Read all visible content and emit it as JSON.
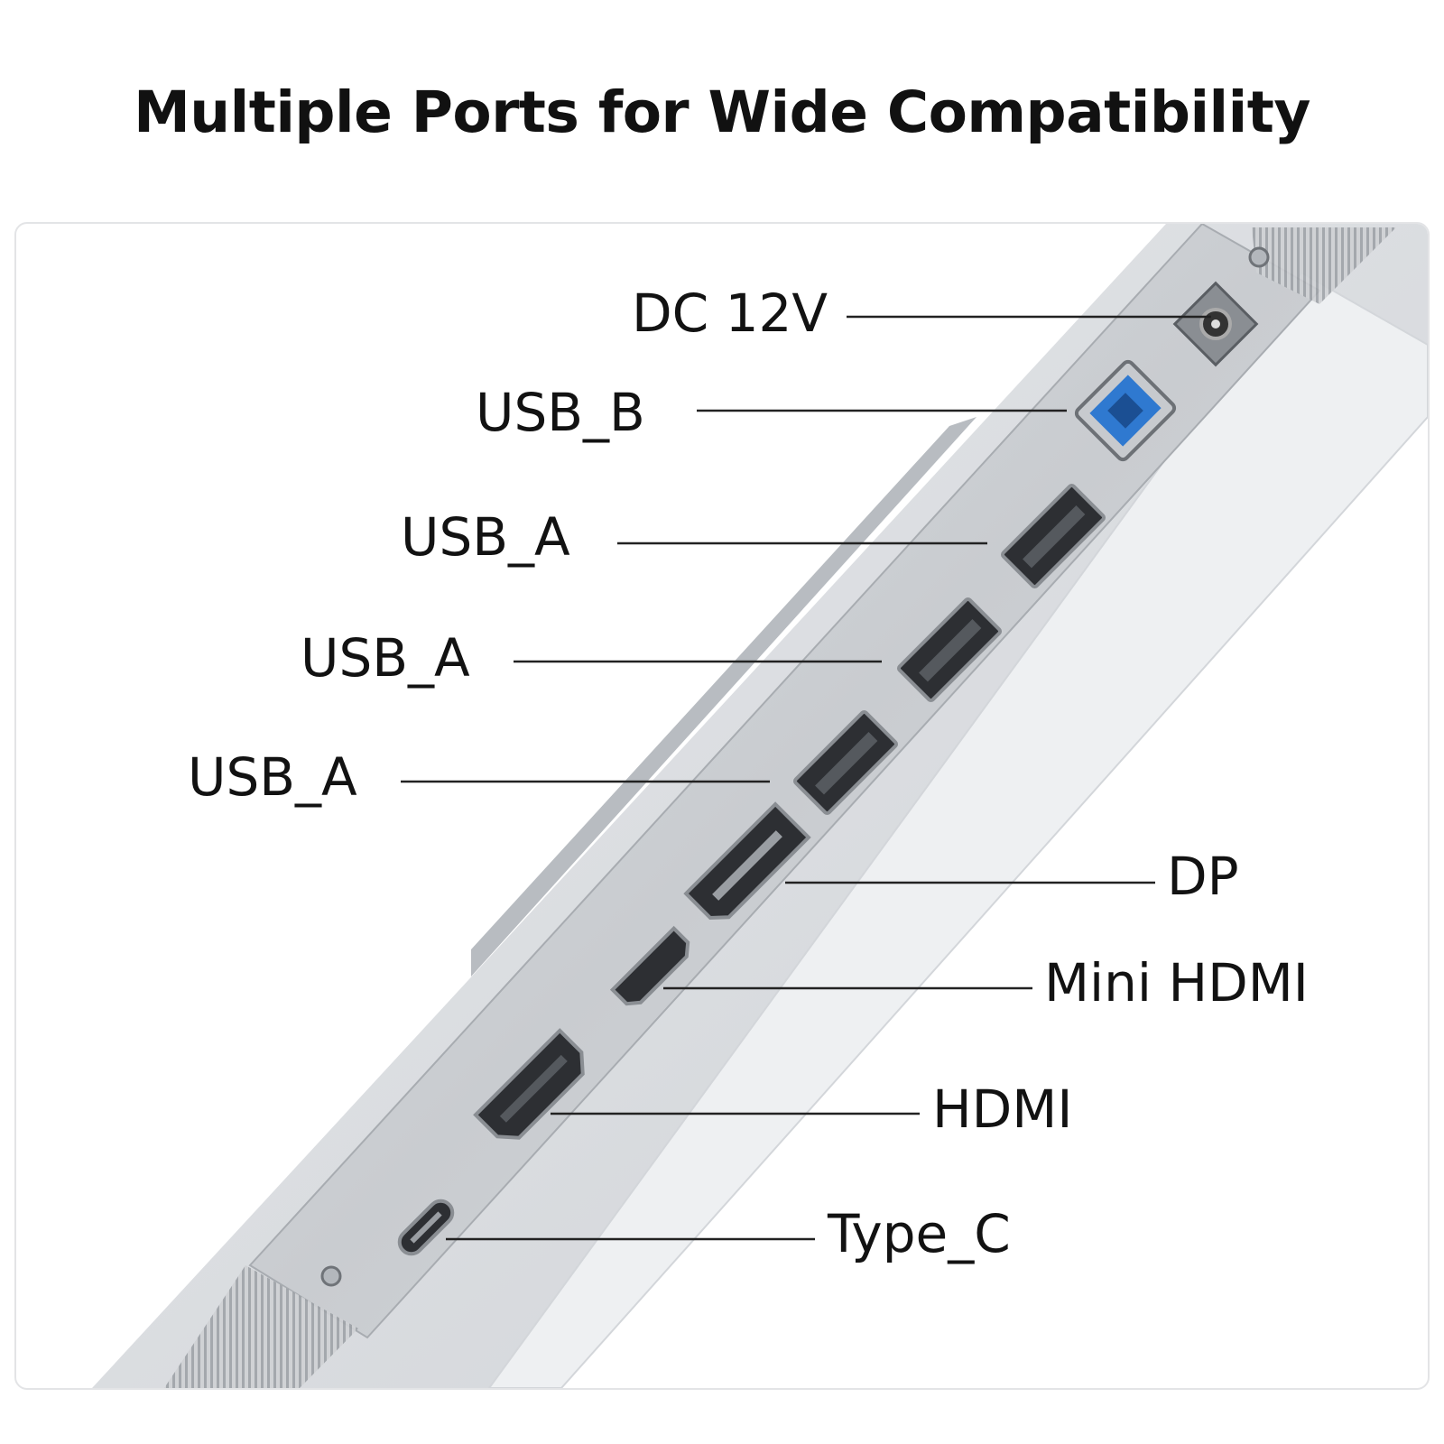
{
  "title": "Multiple Ports for Wide Compatibility",
  "ports": [
    {
      "label": "DC 12V",
      "icon": "dc-jack-icon"
    },
    {
      "label": "USB_B",
      "icon": "usb-b-port-icon"
    },
    {
      "label": "USB_A",
      "icon": "usb-a-port-icon"
    },
    {
      "label": "USB_A",
      "icon": "usb-a-port-icon"
    },
    {
      "label": "USB_A",
      "icon": "usb-a-port-icon"
    },
    {
      "label": "DP",
      "icon": "displayport-icon"
    },
    {
      "label": "Mini HDMI",
      "icon": "mini-hdmi-port-icon"
    },
    {
      "label": "HDMI",
      "icon": "hdmi-port-icon"
    },
    {
      "label": "Type_C",
      "icon": "usb-c-port-icon"
    }
  ],
  "colors": {
    "panel_metal": "#d4d6da",
    "usb_b_blue": "#2f79d0",
    "text": "#121212",
    "leader_line": "#222222"
  }
}
